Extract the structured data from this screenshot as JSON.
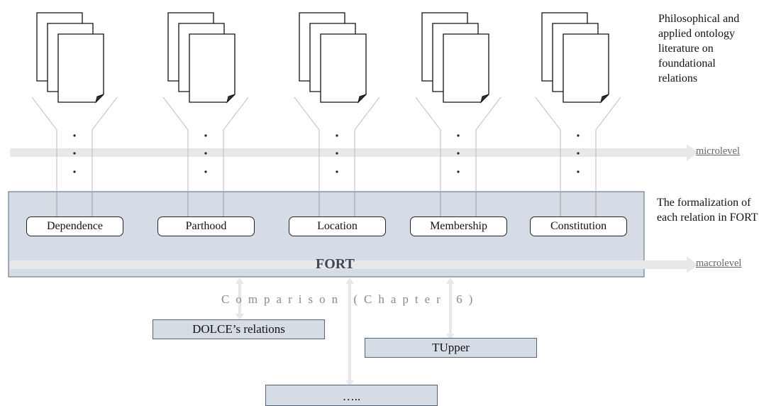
{
  "literature_note": "Philosophical and applied ontology literature on foundational relations",
  "formalization_note": "The formalization of each relation in FORT",
  "levels": {
    "micro": "microlevel",
    "macro": "macrolevel"
  },
  "fort": {
    "label": "FORT",
    "fill": "#d6dce6",
    "stroke": "#56647a"
  },
  "relations": [
    "Dependence",
    "Parthood",
    "Location",
    "Membership",
    "Constitution"
  ],
  "comparison": "Comparison (Chapter 6)",
  "ontologies": {
    "dolce": "DOLCE’s relations",
    "tupper": "TUpper",
    "other": "….."
  },
  "colors": {
    "arrow": "#e8e8e8",
    "funnel": "#bbbbbb",
    "box_fill": "#d6dce6"
  }
}
